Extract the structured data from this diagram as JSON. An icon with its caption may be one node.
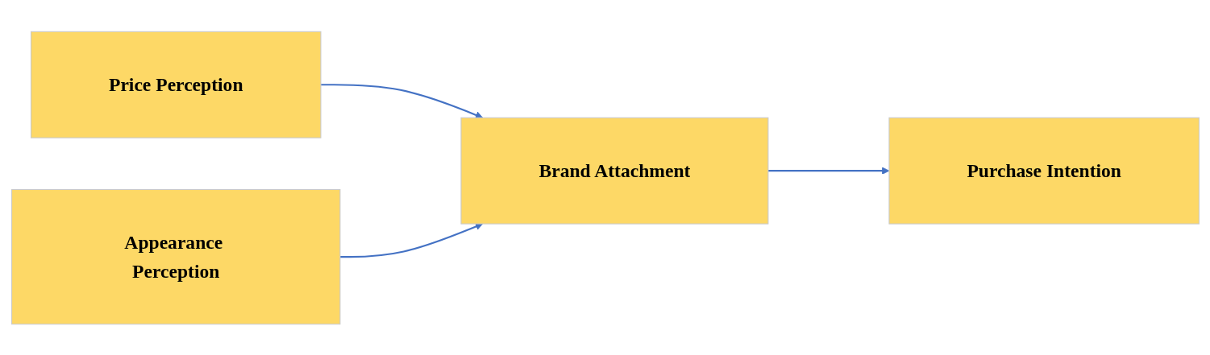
{
  "diagram": {
    "nodes": [
      {
        "text": [
          "Price Perception"
        ]
      },
      {
        "text": [
          "Appearance Perception"
        ]
      },
      {
        "text": [
          "Brand Attachment"
        ]
      },
      {
        "text": [
          "Purchase Intention"
        ]
      }
    ],
    "edges": [
      {
        "from": 0,
        "to": 2,
        "arrow": "to"
      },
      {
        "from": 1,
        "to": 2,
        "arrow": "to"
      },
      {
        "from": 2,
        "to": 3,
        "arrow": "to"
      }
    ]
  }
}
